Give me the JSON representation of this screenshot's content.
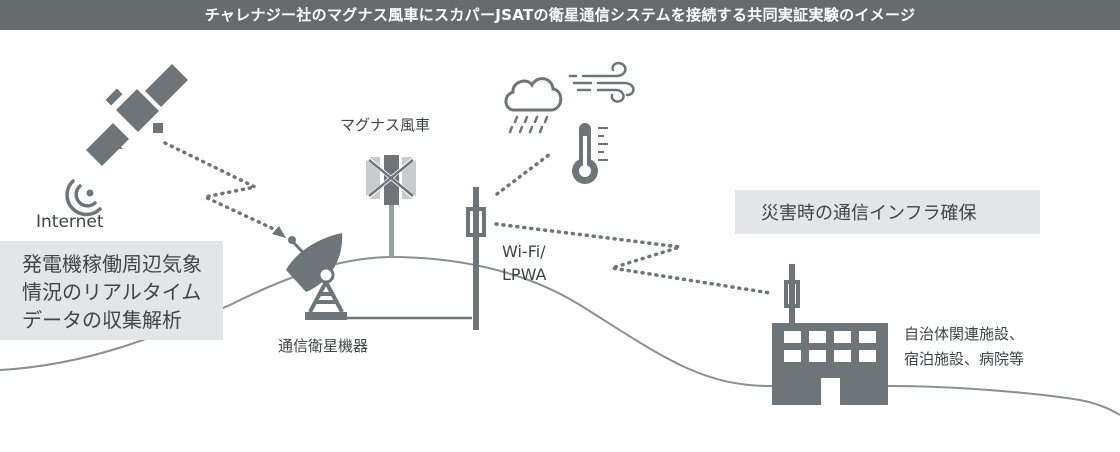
{
  "title": "チャレナジー社のマグナス風車にスカパーJSATの衛星通信システムを接続する共同実証実験のイメージ",
  "labels": {
    "internet": "Internet",
    "turbine": "マグナス風車",
    "ground_station": "通信衛星機器",
    "wifi_line1": "Wi-Fi/",
    "wifi_line2": "LPWA",
    "facilities_line1": "自治体関連施設、",
    "facilities_line2": "宿泊施設、病院等"
  },
  "data_box": {
    "lines": [
      "発電機稼働周辺気象",
      "情況のリアルタイム",
      "データの収集解析"
    ]
  },
  "disaster_box": {
    "text": "災害時の通信インフラ確保"
  },
  "colors": {
    "title_bg": "#666b6e",
    "icon": "#6e7579",
    "box_bg": "#e3e5e6",
    "line": "#8a8f92",
    "text": "#3f4447"
  },
  "icons": [
    "satellite-icon",
    "signal-waves-icon",
    "satellite-dish-icon",
    "magnus-turbine-icon",
    "relay-antenna-icon",
    "rain-cloud-icon",
    "wind-icon",
    "thermometer-icon",
    "building-icon"
  ]
}
